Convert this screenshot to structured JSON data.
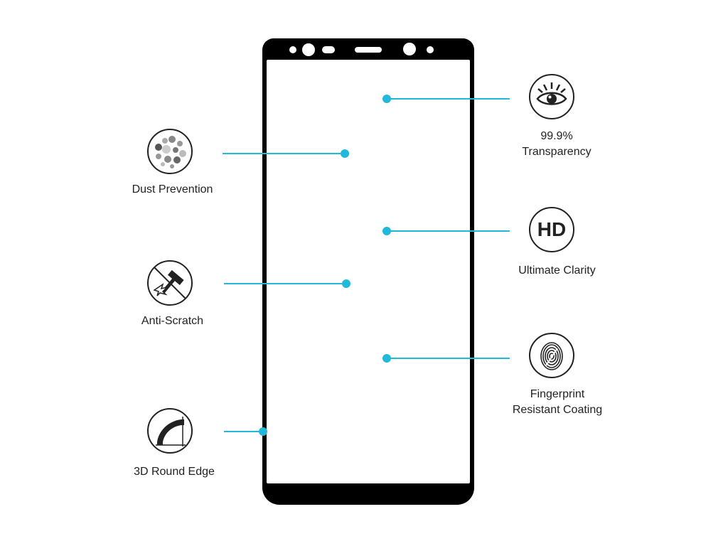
{
  "features": {
    "dust_prevention": {
      "label": "Dust Prevention",
      "icon": "dust-particles-icon"
    },
    "anti_scratch": {
      "label": "Anti-Scratch",
      "icon": "hammer-icon"
    },
    "round_edge": {
      "label": "3D Round Edge",
      "icon": "curved-edge-icon"
    },
    "transparency": {
      "line1": "99.9%",
      "line2": "Transparency",
      "icon": "eye-icon"
    },
    "clarity": {
      "label": "Ultimate Clarity",
      "icon_text": "HD",
      "icon": "hd-icon"
    },
    "fingerprint": {
      "line1": "Fingerprint",
      "line2": "Resistant Coating",
      "icon": "fingerprint-icon"
    }
  },
  "colors": {
    "accent": "#22b8d9",
    "phone_frame": "#000000",
    "text": "#222222"
  }
}
